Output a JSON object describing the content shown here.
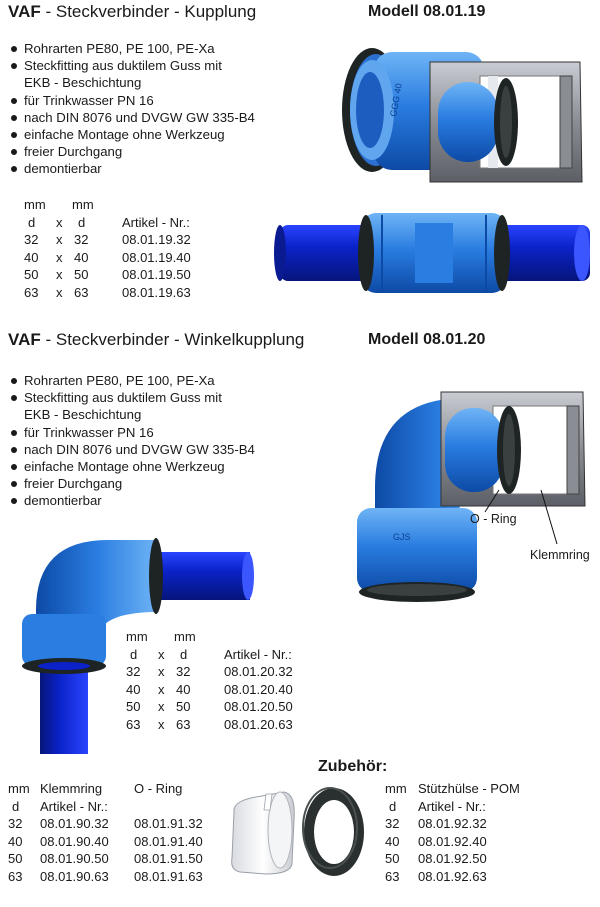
{
  "section1": {
    "brand": "VAF",
    "title": " - Steckverbinder - Kupplung",
    "model": "Modell 08.01.19",
    "bullets": [
      {
        "text": "Rohrarten PE80, PE 100, PE-Xa"
      },
      {
        "text": "Steckfitting aus duktilem Guss mit",
        "cont": "EKB - Beschichtung"
      },
      {
        "text": "für Trinkwasser PN 16"
      },
      {
        "text": "nach DIN 8076 und DVGW GW 335-B4"
      },
      {
        "text": "einfache Montage ohne Werkzeug"
      },
      {
        "text": "freier Durchgang"
      },
      {
        "text": "demontierbar"
      }
    ],
    "table": {
      "unit1": "mm",
      "unit2": "mm",
      "h1": "d",
      "hx": "x",
      "h2": "d",
      "h3": "Artikel - Nr.:",
      "rows": [
        {
          "d1": "32",
          "x": "x",
          "d2": "32",
          "art": "08.01.19.32"
        },
        {
          "d1": "40",
          "x": "x",
          "d2": "40",
          "art": "08.01.19.40"
        },
        {
          "d1": "50",
          "x": "x",
          "d2": "50",
          "art": "08.01.19.50"
        },
        {
          "d1": "63",
          "x": "x",
          "d2": "63",
          "art": "08.01.19.63"
        }
      ]
    }
  },
  "section2": {
    "brand": "VAF",
    "title": " - Steckverbinder - Winkelkupplung",
    "model": "Modell 08.01.20",
    "bullets": [
      {
        "text": "Rohrarten PE80, PE 100, PE-Xa"
      },
      {
        "text": "Steckfitting aus duktilem Guss mit",
        "cont": "EKB - Beschichtung"
      },
      {
        "text": "für Trinkwasser PN 16"
      },
      {
        "text": "nach DIN 8076 und DVGW GW 335-B4"
      },
      {
        "text": "einfache Montage ohne Werkzeug"
      },
      {
        "text": "freier Durchgang"
      },
      {
        "text": "demontierbar"
      }
    ],
    "labels": {
      "oring": "O - Ring",
      "klemmring": "Klemmring"
    },
    "table": {
      "unit1": "mm",
      "unit2": "mm",
      "h1": "d",
      "hx": "x",
      "h2": "d",
      "h3": "Artikel - Nr.:",
      "rows": [
        {
          "d1": "32",
          "x": "x",
          "d2": "32",
          "art": "08.01.20.32"
        },
        {
          "d1": "40",
          "x": "x",
          "d2": "40",
          "art": "08.01.20.40"
        },
        {
          "d1": "50",
          "x": "x",
          "d2": "50",
          "art": "08.01.20.50"
        },
        {
          "d1": "63",
          "x": "x",
          "d2": "63",
          "art": "08.01.20.63"
        }
      ]
    }
  },
  "accessories": {
    "heading": "Zubehör:",
    "left": {
      "unit": "mm",
      "col1": "Klemmring",
      "col2": "O - Ring",
      "d": "d",
      "artikel": "Artikel - Nr.:",
      "rows": [
        {
          "d": "32",
          "klemmring": "08.01.90.32",
          "oring": "08.01.91.32"
        },
        {
          "d": "40",
          "klemmring": "08.01.90.40",
          "oring": "08.01.91.40"
        },
        {
          "d": "50",
          "klemmring": "08.01.90.50",
          "oring": "08.01.91.50"
        },
        {
          "d": "63",
          "klemmring": "08.01.90.63",
          "oring": "08.01.91.63"
        }
      ]
    },
    "right": {
      "unit": "mm",
      "col1": "Stützhülse - POM",
      "d": "d",
      "artikel": "Artikel - Nr.:",
      "rows": [
        {
          "d": "32",
          "art": "08.01.92.32"
        },
        {
          "d": "40",
          "art": "08.01.92.40"
        },
        {
          "d": "50",
          "art": "08.01.92.50"
        },
        {
          "d": "63",
          "art": "08.01.92.63"
        }
      ]
    }
  },
  "colors": {
    "fitting_blue": "#2a7de1",
    "pipe_blue": "#0a22c8",
    "cutaway_grey": "#8a8d94",
    "seal_black": "#1e2424"
  }
}
